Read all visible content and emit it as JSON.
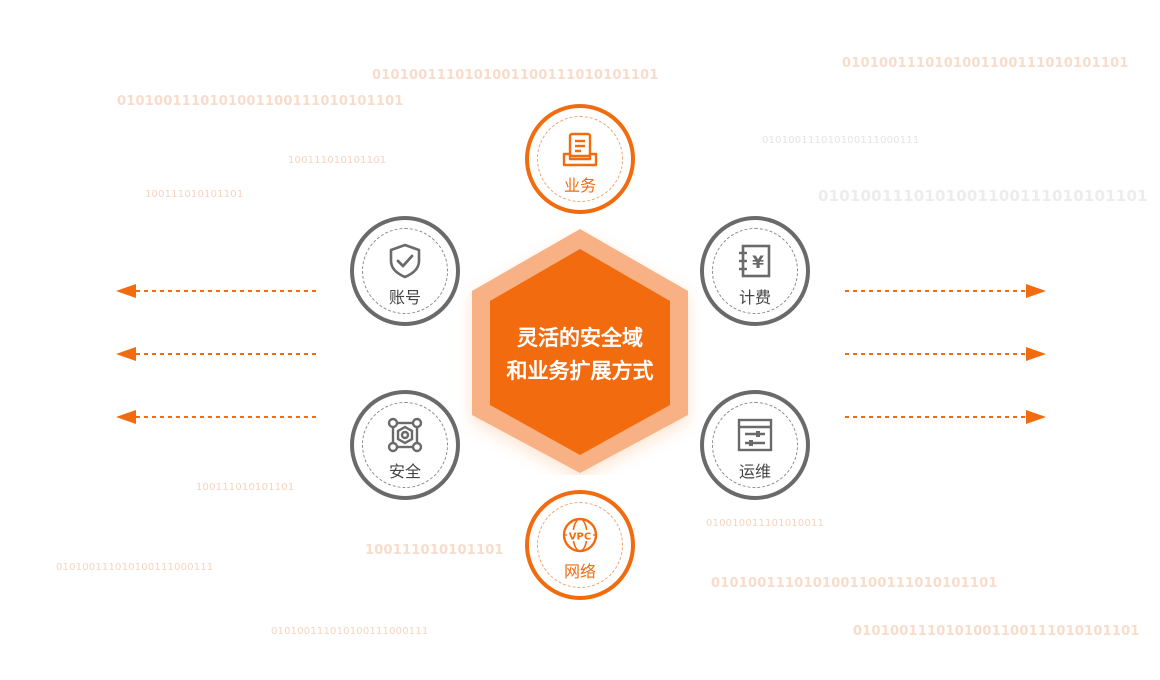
{
  "center": {
    "line1": "灵活的安全域",
    "line2": "和业务扩展方式"
  },
  "nodes": {
    "business": {
      "label": "业务",
      "icon": "document-tray-icon"
    },
    "account": {
      "label": "账号",
      "icon": "shield-check-icon"
    },
    "billing": {
      "label": "计费",
      "icon": "yen-ledger-icon"
    },
    "security": {
      "label": "安全",
      "icon": "nut-network-icon"
    },
    "ops": {
      "label": "运维",
      "icon": "settings-panel-icon"
    },
    "network": {
      "label": "网络",
      "icon": "vpc-globe-icon"
    }
  },
  "binary": {
    "t1": "01010011101010011001110101011​01",
    "t2": "0101001110101001100111010101101",
    "t3": "0101001110101001100111010101101",
    "t4": "1001110101​01101",
    "t5": "1001110101​01101",
    "t6": "01010011101010011100011​1",
    "t7": "0101001110101001100111010101101",
    "t8": "1001110101​01101",
    "t9": "0100100111​01010011",
    "t10": "100111010101101",
    "t11": "01010011101010011100011​1",
    "t12": "0101001110101001100111010101101",
    "t13": "01010011101010011100011​1",
    "t14": "0101001110101001100111010101101"
  },
  "colors": {
    "accent": "#f26b0f",
    "grey": "#6a6a6a",
    "hex_outer": "#f7b184",
    "hex_inner": "#f26b0f"
  }
}
